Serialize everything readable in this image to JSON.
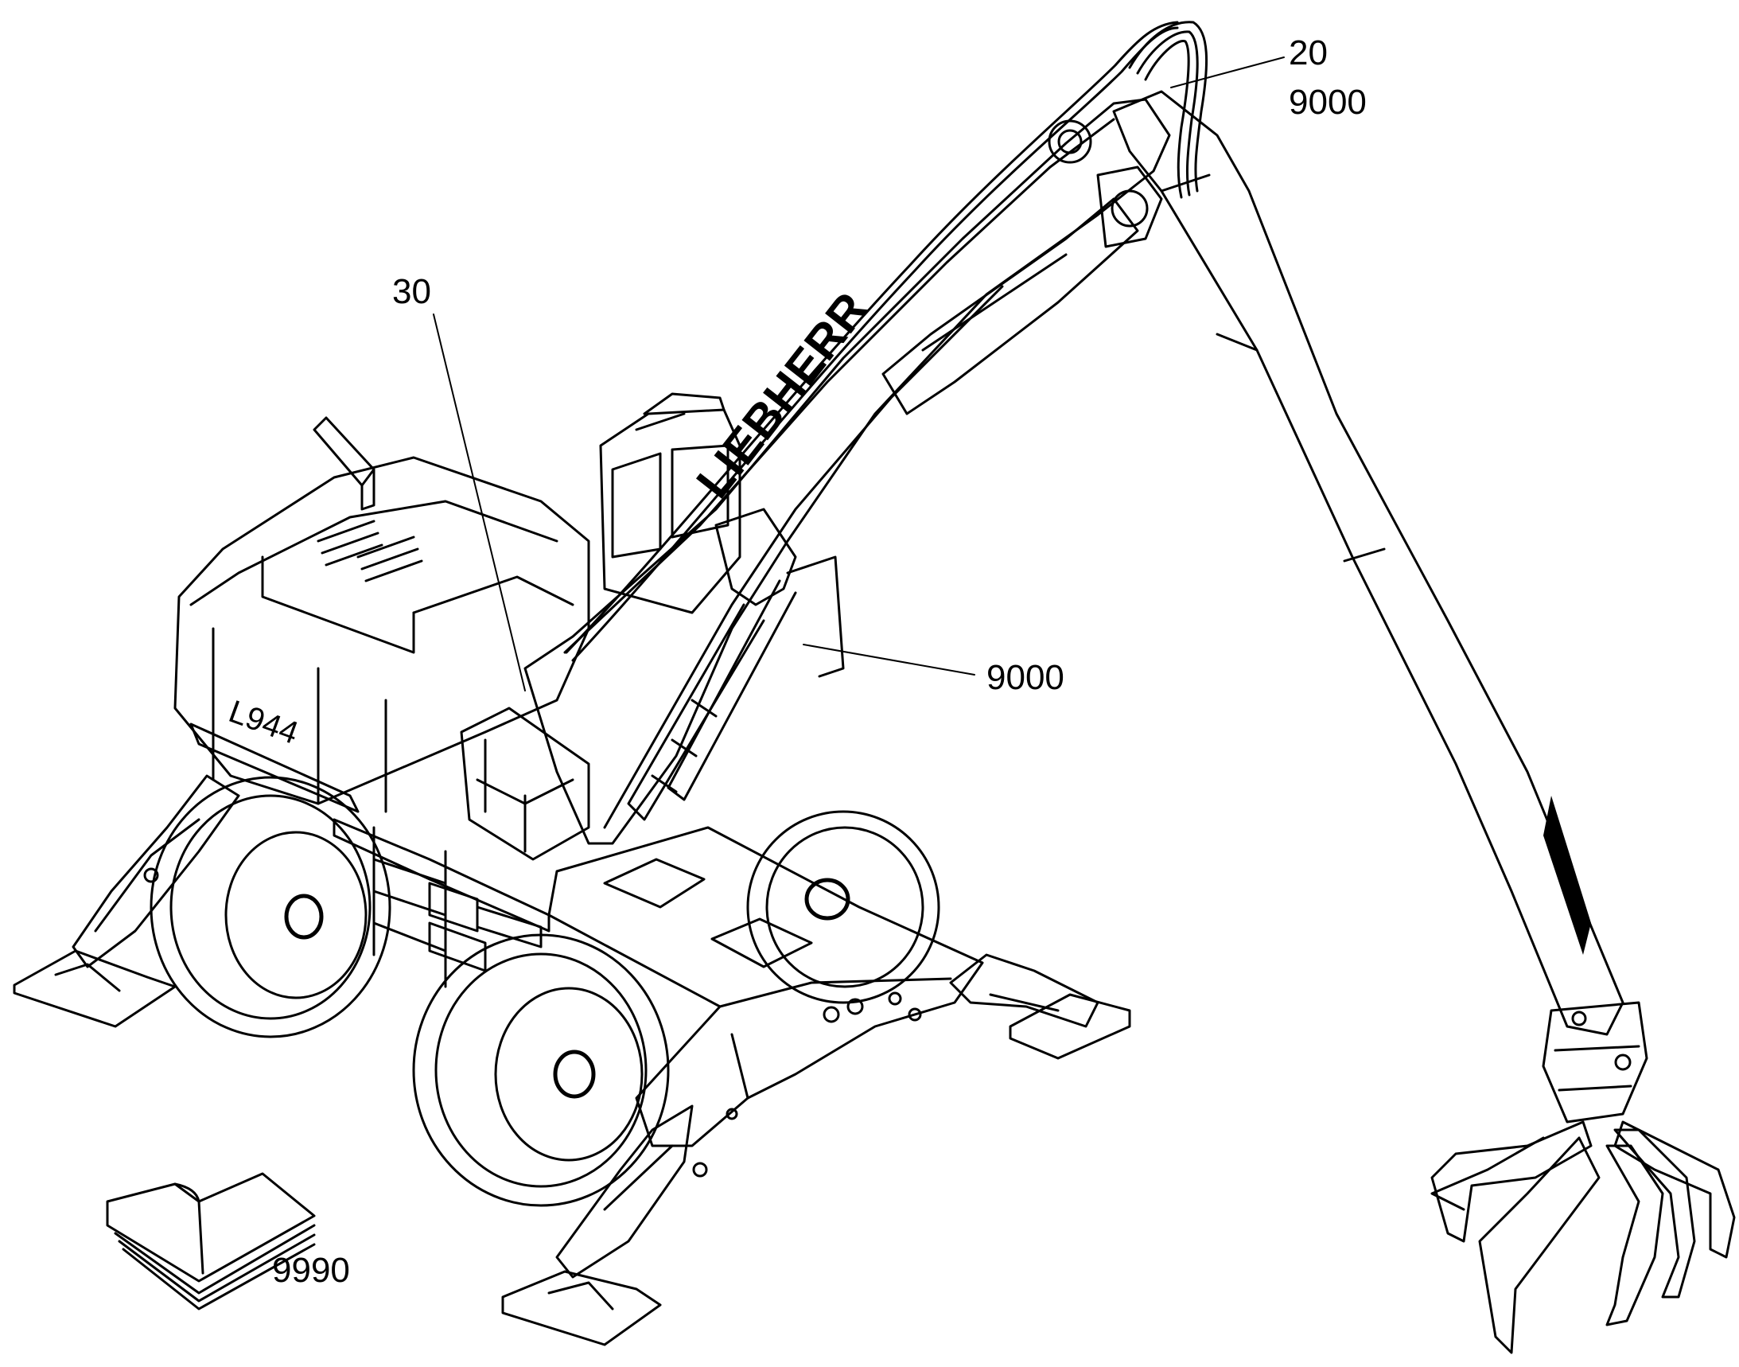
{
  "brand": "LIEBHERR",
  "model_plate": "L944",
  "callouts": [
    {
      "id": "c20",
      "label": "20"
    },
    {
      "id": "c9000a",
      "label": "9000"
    },
    {
      "id": "c30",
      "label": "30"
    },
    {
      "id": "c9000b",
      "label": "9000"
    },
    {
      "id": "c9990",
      "label": "9990"
    }
  ],
  "colors": {
    "line": "#000000",
    "background": "#ffffff"
  }
}
